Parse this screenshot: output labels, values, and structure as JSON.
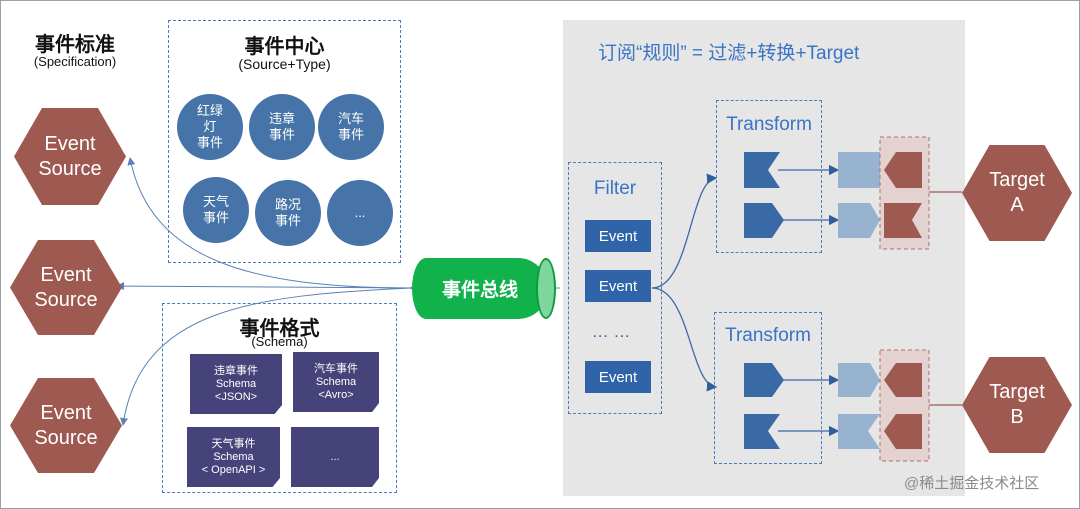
{
  "left": {
    "standard_title": "事件标准",
    "standard_subtitle": "(Specification)",
    "sources": [
      "Event\nSource",
      "Event\nSource",
      "Event\nSource"
    ]
  },
  "event_center": {
    "title": "事件中心",
    "subtitle": "(Source+Type)",
    "items": [
      "红绿\n灯\n事件",
      "违章\n事件",
      "汽车\n事件",
      "天气\n事件",
      "路况\n事件",
      "..."
    ]
  },
  "schema_box": {
    "title": "事件格式",
    "subtitle": "(Schema)",
    "items": [
      "违章事件\nSchema\n<JSON>",
      "汽车事件\nSchema\n<Avro>",
      "天气事件\nSchema\n< OpenAPI >",
      "..."
    ]
  },
  "bus": {
    "label": "事件总线"
  },
  "subscription": {
    "title": "订阅“规则” = 过滤+转换+Target",
    "filter_title": "Filter",
    "events": [
      "Event",
      "Event",
      "… …",
      "Event"
    ],
    "transform_titles": [
      "Transform",
      "Transform"
    ],
    "targets": [
      "Target\nA",
      "Target\nB"
    ]
  },
  "watermark": "@稀土掘金技术社区",
  "colors": {
    "hex_fill": "#9e5a50",
    "circle_fill": "#4674a8",
    "schema_fill": "#46427a",
    "bus_green": "#11b24c",
    "panel_gray": "#e6e6e6",
    "accent_blue": "#3a74c4",
    "flag_dark": "#3a6aa5",
    "flag_light": "#97b3cf"
  }
}
